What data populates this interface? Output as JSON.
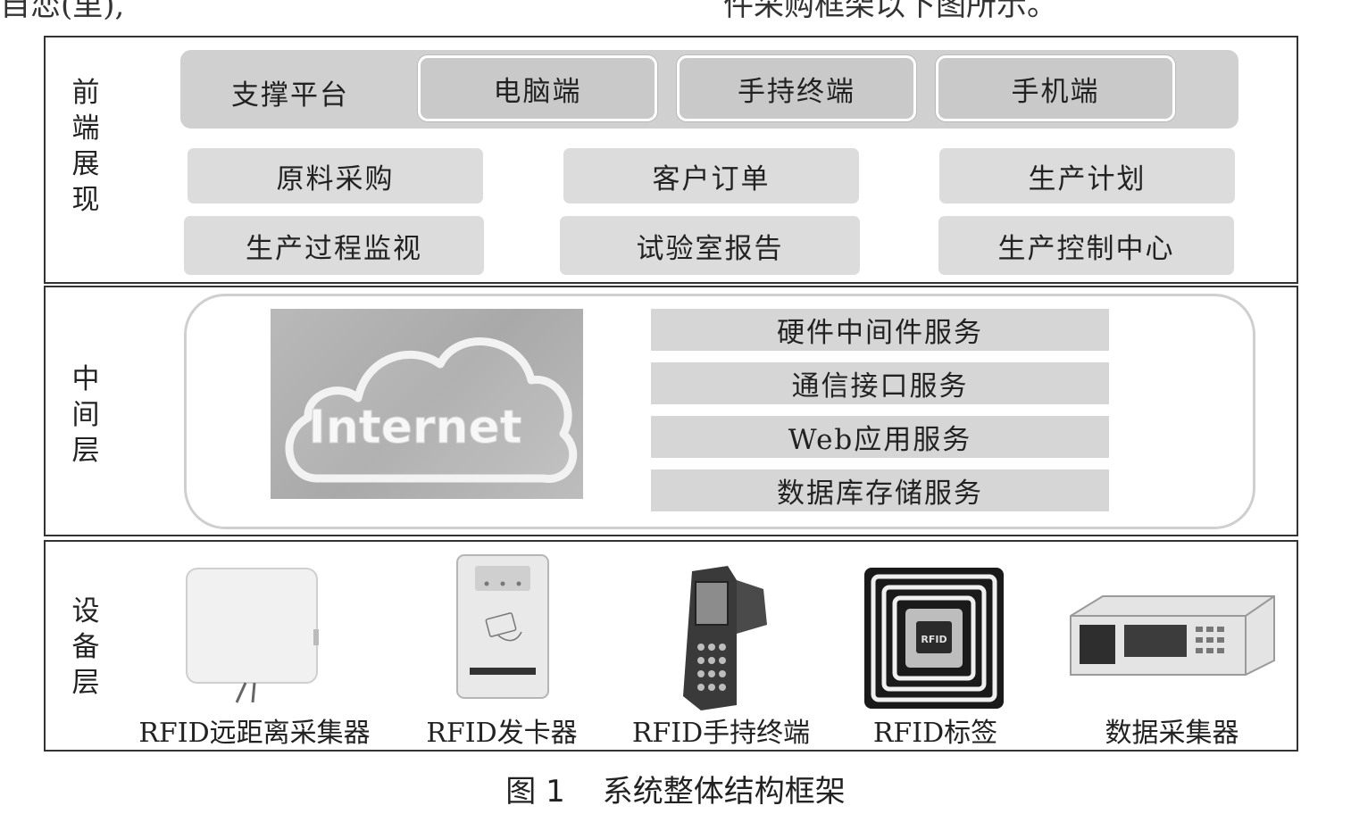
{
  "top_cut_text": {
    "left": "自恋(里),",
    "right": "件采购框架以下图所示。"
  },
  "layers": {
    "frontend": {
      "label": [
        "前",
        "端",
        "展",
        "现"
      ],
      "platform_label": "支撑平台",
      "clients": [
        "电脑端",
        "手持终端",
        "手机端"
      ],
      "modules_row1": [
        "原料采购",
        "客户订单",
        "生产计划"
      ],
      "modules_row2": [
        "生产过程监视",
        "试验室报告",
        "生产控制中心"
      ]
    },
    "middle": {
      "label": [
        "中",
        "间",
        "层"
      ],
      "cloud_text": "Internet",
      "services": [
        "硬件中间件服务",
        "通信接口服务",
        "Web应用服务",
        "数据库存储服务"
      ]
    },
    "device": {
      "label": [
        "设",
        "备",
        "层"
      ],
      "devices": [
        "RFID远距离采集器",
        "RFID发卡器",
        "RFID手持终端",
        "RFID标签",
        "数据采集器"
      ],
      "tag_chip_text": "RFID"
    }
  },
  "caption": {
    "number": "图 1",
    "title": "系统整体结构框架"
  },
  "colors": {
    "box_fill": "#dcdcdc",
    "platform_fill": "#d0d0d0",
    "client_fill": "#c9c9c9",
    "border": "#333333"
  }
}
